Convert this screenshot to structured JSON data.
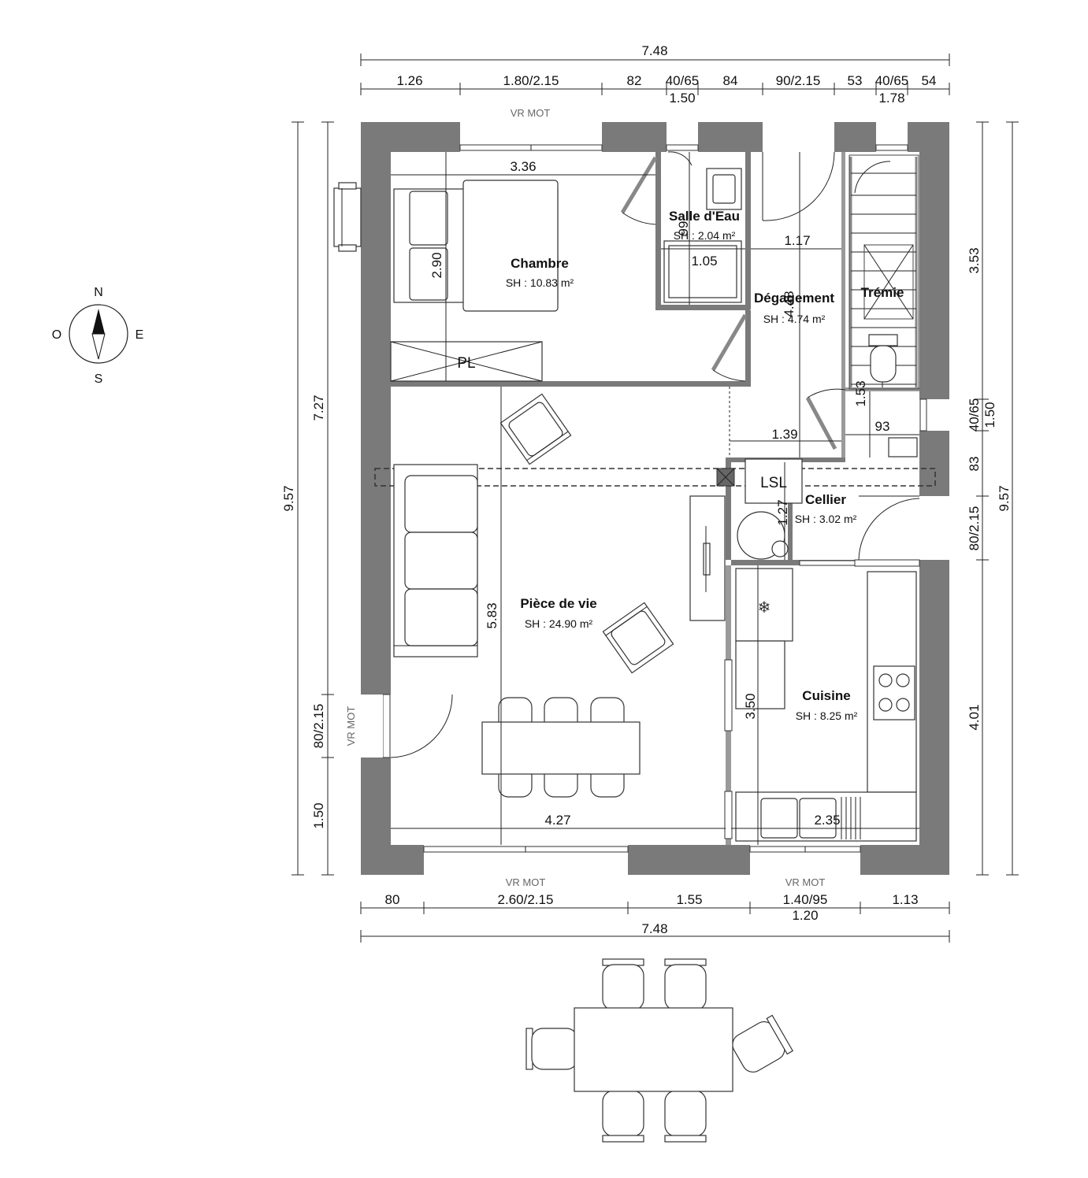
{
  "compass": {
    "n": "N",
    "s": "S",
    "e": "E",
    "o": "O"
  },
  "dims_top": {
    "overall": "7.48",
    "d1": "1.26",
    "d2": "1.80/2.15",
    "d3": "82",
    "d4": "40/65",
    "d4b": "1.50",
    "d5": "84",
    "d6": "90/2.15",
    "d7": "53",
    "d8": "40/65",
    "d8b": "1.78",
    "d9": "54"
  },
  "dims_bottom": {
    "overall": "7.48",
    "d1": "80",
    "d2": "2.60/2.15",
    "d3": "1.55",
    "d4": "1.40/95",
    "d4b": "1.20",
    "d5": "1.13"
  },
  "dims_left": {
    "overall": "9.57",
    "d1": "7.27",
    "d2": "80/2.15",
    "d3": "1.50"
  },
  "dims_right": {
    "overall": "9.57",
    "d1": "3.53",
    "d2": "40/65",
    "d2b": "1.50",
    "d3": "83",
    "d4": "80/2.15",
    "d5": "4.01"
  },
  "vr_labels": {
    "top": "VR MOT",
    "left": "VR MOT",
    "bottom1": "VR MOT",
    "bottom2": "VR MOT"
  },
  "rooms": {
    "chambre": {
      "name": "Chambre",
      "area": "SH : 10.83 m²"
    },
    "salle_eau": {
      "name": "Salle d'Eau",
      "area": "SH : 2.04 m²"
    },
    "degagement": {
      "name": "Dégagement",
      "area": "SH : 4.74 m²"
    },
    "tremie": {
      "name": "Trémie"
    },
    "cellier": {
      "name": "Cellier",
      "area": "SH : 3.02 m²"
    },
    "piece_vie": {
      "name": "Pièce de vie",
      "area": "SH : 24.90 m²"
    },
    "cuisine": {
      "name": "Cuisine",
      "area": "SH : 8.25 m²"
    }
  },
  "inner_dims": {
    "chambre_w": "3.36",
    "chambre_bed": "2.90",
    "pl": "PL",
    "sde_w": "1.05",
    "sde_h": "99",
    "deg_w": "1.17",
    "deg_h": "4.48",
    "wc_h": "1.53",
    "wc_w": "93",
    "hall_w": "1.39",
    "lsl": "LSL",
    "cellier_h": "1.27",
    "vie_h": "5.83",
    "vie_w": "4.27",
    "cuisine_h": "3.50",
    "cuisine_w": "2.35"
  }
}
